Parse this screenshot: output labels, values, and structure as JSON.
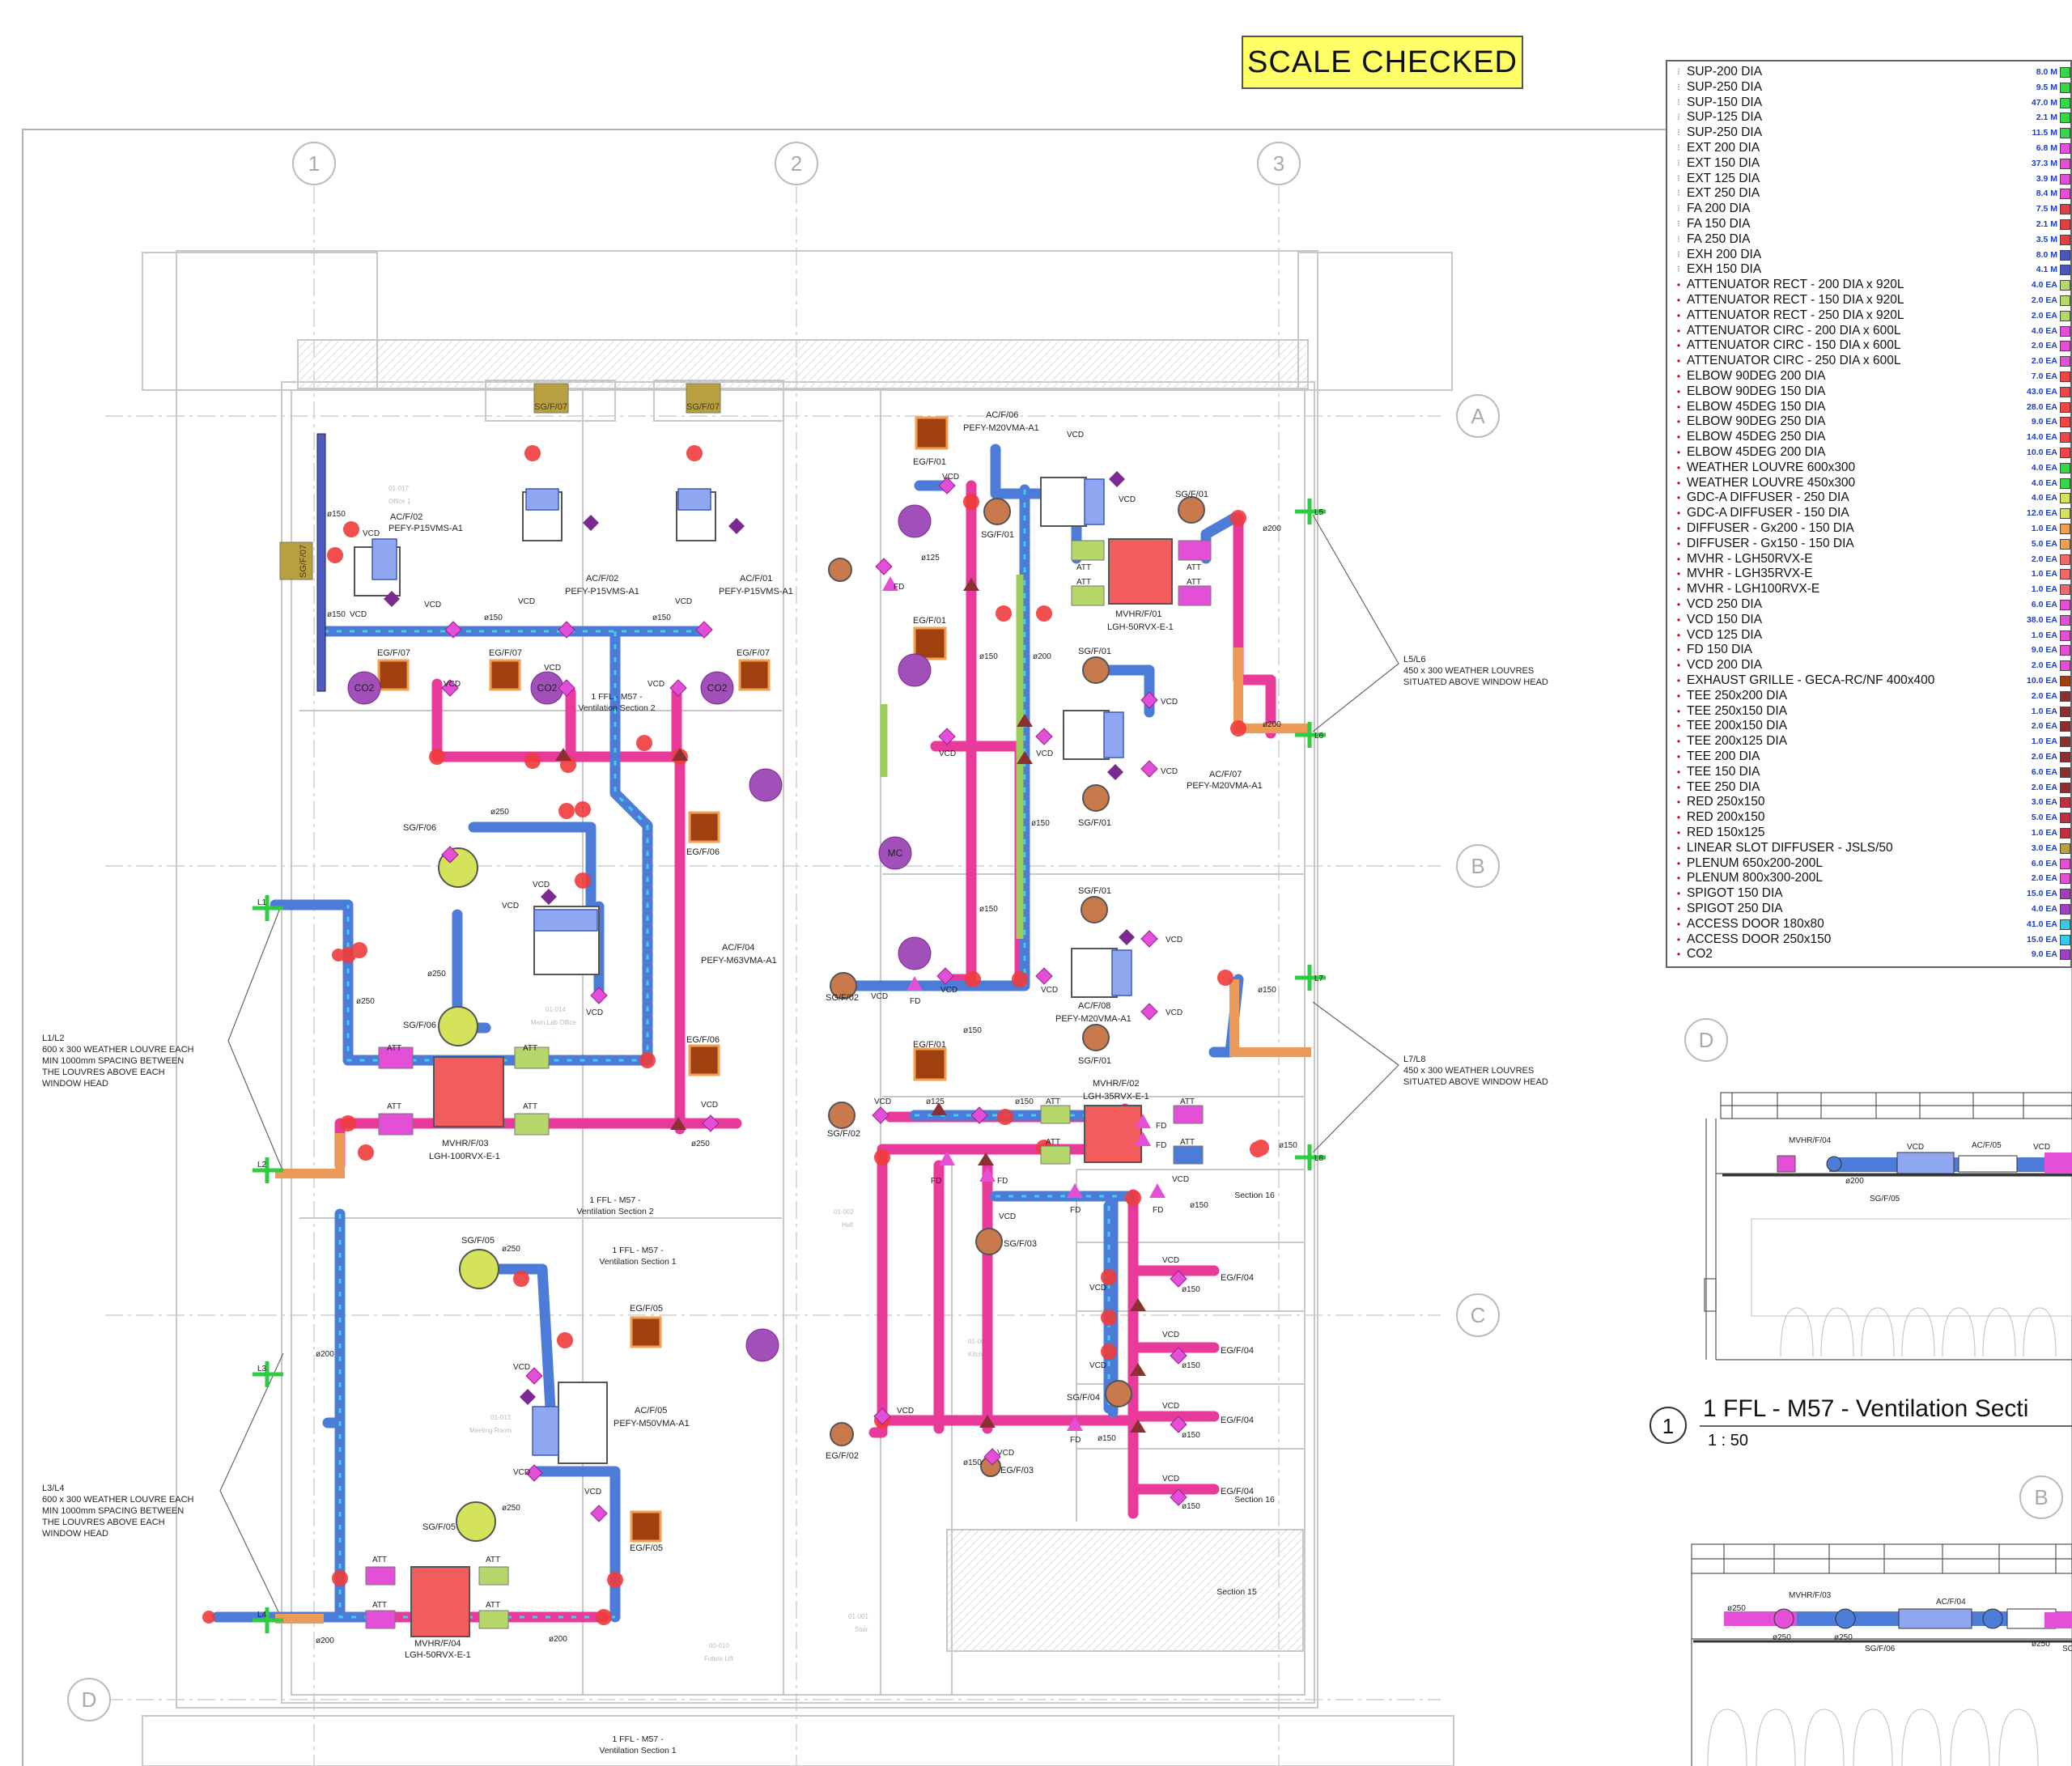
{
  "stamp": {
    "text": "SCALE CHECKED"
  },
  "grid": {
    "columns": [
      "1",
      "2",
      "3"
    ],
    "rows": [
      "A",
      "B",
      "C",
      "D"
    ],
    "section_grid": [
      "D",
      "B"
    ]
  },
  "louvres": {
    "l5l6": {
      "title": "L5/L6",
      "line1": "450 x 300 WEATHER LOUVRES",
      "line2": "SITUATED ABOVE WINDOW HEAD",
      "tag_a": "L5",
      "tag_b": "L6"
    },
    "l7l8": {
      "title": "L7/L8",
      "line1": "450 x 300 WEATHER LOUVRES",
      "line2": "SITUATED ABOVE WINDOW HEAD",
      "tag_a": "L7",
      "tag_b": "L8"
    },
    "l1l2": {
      "title": "L1/L2",
      "line1": "600 x 300 WEATHER LOUVRE EACH",
      "line2": "MIN 1000mm SPACING BETWEEN",
      "line3": "THE LOUVRES ABOVE EACH",
      "line4": "WINDOW HEAD",
      "tag_a": "L1",
      "tag_b": "L2"
    },
    "l3l4": {
      "title": "L3/L4",
      "line1": "600 x 300 WEATHER LOUVRE EACH",
      "line2": "MIN 1000mm SPACING BETWEEN",
      "line3": "THE LOUVRES ABOVE EACH",
      "line4": "WINDOW HEAD",
      "tag_a": "L3",
      "tag_b": "L4"
    }
  },
  "plan_labels": {
    "sg_f07_a": "SG/F/07",
    "sg_f07_b": "SG/F/07",
    "sg_f07_c": "SG/F/07",
    "acf02_a": "AC/F/02",
    "acf02_a_model": "PEFY-P15VMS-A1",
    "acf02_b": "AC/F/02",
    "acf02_b_model": "PEFY-P15VMS-A1",
    "acf01": "AC/F/01",
    "acf01_model": "PEFY-P15VMS-A1",
    "acf06": "AC/F/06",
    "acf06_model": "PEFY-M20VMA-A1",
    "acf07": "AC/F/07",
    "acf07_model": "PEFY-M20VMA-A1",
    "acf08": "AC/F/08",
    "acf08_model": "PEFY-M20VMA-A1",
    "acf04": "AC/F/04",
    "acf04_model": "PEFY-M63VMA-A1",
    "acf05": "AC/F/05",
    "acf05_model": "PEFY-M50VMA-A1",
    "mvhr01": "MVHR/F/01",
    "mvhr01_model": "LGH-50RVX-E-1",
    "mvhr02": "MVHR/F/02",
    "mvhr02_model": "LGH-35RVX-E-1",
    "mvhr03": "MVHR/F/03",
    "mvhr03_model": "LGH-100RVX-E-1",
    "mvhr04": "MVHR/F/04",
    "mvhr04_model": "LGH-50RVX-E-1",
    "sgf01a": "SG/F/01",
    "sgf01b": "SG/F/01",
    "sgf01c": "SG/F/01",
    "sgf01d": "SG/F/01",
    "sgf01e": "SG/F/01",
    "sgf01f": "SG/F/01",
    "sgf02a": "SG/F/02",
    "sgf02b": "SG/F/02",
    "sgf03": "SG/F/03",
    "sgf04": "SG/F/04",
    "sgf05a": "SG/F/05",
    "sgf05b": "SG/F/05",
    "sgf06a": "SG/F/06",
    "sgf06b": "SG/F/06",
    "egf01a": "EG/F/01",
    "egf01b": "EG/F/01",
    "egf01c": "EG/F/01",
    "egf02": "EG/F/02",
    "egf03": "EG/F/03",
    "egf04a": "EG/F/04",
    "egf04b": "EG/F/04",
    "egf04c": "EG/F/04",
    "egf04d": "EG/F/04",
    "egf05a": "EG/F/05",
    "egf05b": "EG/F/05",
    "egf06a": "EG/F/06",
    "egf06b": "EG/F/06",
    "egf07a": "EG/F/07",
    "egf07b": "EG/F/07",
    "egf07c": "EG/F/07",
    "sec2_a_l1": "1 FFL - M57 -",
    "sec2_a_l2": "Ventilation Section 2",
    "sec2_b_l1": "1 FFL - M57 -",
    "sec2_b_l2": "Ventilation Section 2",
    "sec1_a_l1": "1 FFL - M57 -",
    "sec1_a_l2": "Ventilation Section 1",
    "sec1_b_l1": "1 FFL - M57 -",
    "sec1_b_l2": "Ventilation Section 1",
    "section15": "Section 15",
    "section16a": "Section 16",
    "section16b": "Section 16",
    "vcd": "VCD",
    "att": "ATT",
    "fd": "FD",
    "co2": "CO2",
    "mc": "MC",
    "d150": "ø150",
    "d200": "ø200",
    "d250": "ø250",
    "d125": "ø125"
  },
  "section_view": {
    "number": "1",
    "title": "1 FFL - M57 - Ventilation Secti",
    "scale": "1 : 50",
    "labels_top": {
      "mvhr": "MVHR/F/04",
      "vcd_a": "VCD",
      "ac": "AC/F/05",
      "vcd_b": "VCD",
      "d200": "ø200",
      "sg": "SG/F/05"
    },
    "labels_bottom": {
      "mvhr": "MVHR/F/03",
      "ac": "AC/F/04",
      "d250_a": "ø250",
      "d250_b": "ø250",
      "d250_c": "ø250",
      "d250_d": "ø250",
      "sg": "SG/F/06",
      "sc": "SC"
    }
  },
  "legend": {
    "items": [
      {
        "label": "SUP-200 DIA",
        "qty": "8.0 M",
        "color": "#39d64a",
        "kind": "dia"
      },
      {
        "label": "SUP-250 DIA",
        "qty": "9.5 M",
        "color": "#39d64a",
        "kind": "dia"
      },
      {
        "label": "SUP-150 DIA",
        "qty": "47.0 M",
        "color": "#39d64a",
        "kind": "dia"
      },
      {
        "label": "SUP-125 DIA",
        "qty": "2.1 M",
        "color": "#39d64a",
        "kind": "dia"
      },
      {
        "label": "SUP-250 DIA",
        "qty": "11.5 M",
        "color": "#39d64a",
        "kind": "dia"
      },
      {
        "label": "EXT 200 DIA",
        "qty": "6.8 M",
        "color": "#e34fd6",
        "kind": "dia"
      },
      {
        "label": "EXT 150 DIA",
        "qty": "37.3 M",
        "color": "#e34fd6",
        "kind": "dia"
      },
      {
        "label": "EXT 125 DIA",
        "qty": "3.9 M",
        "color": "#e34fd6",
        "kind": "dia"
      },
      {
        "label": "EXT 250 DIA",
        "qty": "8.4 M",
        "color": "#e34fd6",
        "kind": "dia"
      },
      {
        "label": "FA 200 DIA",
        "qty": "7.5 M",
        "color": "#e04040",
        "kind": "dia"
      },
      {
        "label": "FA 150 DIA",
        "qty": "2.1 M",
        "color": "#e04040",
        "kind": "dia"
      },
      {
        "label": "FA 250 DIA",
        "qty": "3.5 M",
        "color": "#e04040",
        "kind": "dia"
      },
      {
        "label": "EXH 200 DIA",
        "qty": "8.0 M",
        "color": "#4a56b8",
        "kind": "dia"
      },
      {
        "label": "EXH 150 DIA",
        "qty": "4.1 M",
        "color": "#4a56b8",
        "kind": "dia"
      },
      {
        "label": "ATTENUATOR RECT - 200 DIA x 920L",
        "qty": "4.0 EA",
        "color": "#b6d86a",
        "kind": "dot"
      },
      {
        "label": "ATTENUATOR RECT - 150 DIA x 920L",
        "qty": "2.0 EA",
        "color": "#b6d86a",
        "kind": "dot"
      },
      {
        "label": "ATTENUATOR RECT - 250 DIA x 920L",
        "qty": "2.0 EA",
        "color": "#b6d86a",
        "kind": "dot"
      },
      {
        "label": "ATTENUATOR CIRC - 200 DIA x 600L",
        "qty": "4.0 EA",
        "color": "#e34fd6",
        "kind": "dot"
      },
      {
        "label": "ATTENUATOR CIRC - 150 DIA x 600L",
        "qty": "2.0 EA",
        "color": "#e34fd6",
        "kind": "dot"
      },
      {
        "label": "ATTENUATOR CIRC - 250 DIA x 600L",
        "qty": "2.0 EA",
        "color": "#e34fd6",
        "kind": "dot"
      },
      {
        "label": "ELBOW 90DEG 200 DIA",
        "qty": "7.0 EA",
        "color": "#f04545",
        "kind": "dot"
      },
      {
        "label": "ELBOW 90DEG 150 DIA",
        "qty": "43.0 EA",
        "color": "#f04545",
        "kind": "dot"
      },
      {
        "label": "ELBOW 45DEG 150 DIA",
        "qty": "28.0 EA",
        "color": "#f04545",
        "kind": "dot"
      },
      {
        "label": "ELBOW 90DEG 250 DIA",
        "qty": "9.0 EA",
        "color": "#f04545",
        "kind": "dot"
      },
      {
        "label": "ELBOW 45DEG 250 DIA",
        "qty": "14.0 EA",
        "color": "#f04545",
        "kind": "dot"
      },
      {
        "label": "ELBOW 45DEG 200 DIA",
        "qty": "10.0 EA",
        "color": "#f04545",
        "kind": "dot"
      },
      {
        "label": "WEATHER LOUVRE 600x300",
        "qty": "4.0 EA",
        "color": "#39d64a",
        "kind": "dot"
      },
      {
        "label": "WEATHER LOUVRE 450x300",
        "qty": "4.0 EA",
        "color": "#39d64a",
        "kind": "dot"
      },
      {
        "label": "GDC-A DIFFUSER - 250 DIA",
        "qty": "4.0 EA",
        "color": "#d6e35a",
        "kind": "dot"
      },
      {
        "label": "GDC-A DIFFUSER - 150 DIA",
        "qty": "12.0 EA",
        "color": "#d6e35a",
        "kind": "dot"
      },
      {
        "label": "DIFFUSER - Gx200 - 150 DIA",
        "qty": "1.0 EA",
        "color": "#f0a050",
        "kind": "dot"
      },
      {
        "label": "DIFFUSER - Gx150 - 150 DIA",
        "qty": "5.0 EA",
        "color": "#f0a050",
        "kind": "dot"
      },
      {
        "label": "MVHR - LGH50RVX-E",
        "qty": "2.0 EA",
        "color": "#f06a6a",
        "kind": "dot"
      },
      {
        "label": "MVHR - LGH35RVX-E",
        "qty": "1.0 EA",
        "color": "#f06a6a",
        "kind": "dot"
      },
      {
        "label": "MVHR - LGH100RVX-E",
        "qty": "1.0 EA",
        "color": "#f06a6a",
        "kind": "dot"
      },
      {
        "label": "VCD 250 DIA",
        "qty": "6.0 EA",
        "color": "#e34fd6",
        "kind": "dot"
      },
      {
        "label": "VCD 150 DIA",
        "qty": "38.0 EA",
        "color": "#e34fd6",
        "kind": "dot"
      },
      {
        "label": "VCD 125 DIA",
        "qty": "1.0 EA",
        "color": "#e34fd6",
        "kind": "dot"
      },
      {
        "label": "FD 150 DIA",
        "qty": "9.0 EA",
        "color": "#e34fd6",
        "kind": "dot"
      },
      {
        "label": "VCD 200 DIA",
        "qty": "2.0 EA",
        "color": "#e34fd6",
        "kind": "dot"
      },
      {
        "label": "EXHAUST GRILLE - GECA-RC/NF 400x400",
        "qty": "10.0 EA",
        "color": "#a0400f",
        "kind": "dot"
      },
      {
        "label": "TEE 250x200 DIA",
        "qty": "2.0 EA",
        "color": "#8a3030",
        "kind": "dot"
      },
      {
        "label": "TEE 250x150 DIA",
        "qty": "1.0 EA",
        "color": "#8a3030",
        "kind": "dot"
      },
      {
        "label": "TEE 200x150 DIA",
        "qty": "2.0 EA",
        "color": "#8a3030",
        "kind": "dot"
      },
      {
        "label": "TEE 200x125 DIA",
        "qty": "1.0 EA",
        "color": "#8a3030",
        "kind": "dot"
      },
      {
        "label": "TEE 200 DIA",
        "qty": "2.0 EA",
        "color": "#8a3030",
        "kind": "dot"
      },
      {
        "label": "TEE 150 DIA",
        "qty": "6.0 EA",
        "color": "#8a3030",
        "kind": "dot"
      },
      {
        "label": "TEE 250 DIA",
        "qty": "2.0 EA",
        "color": "#8a3030",
        "kind": "dot"
      },
      {
        "label": "RED 250x150",
        "qty": "3.0 EA",
        "color": "#c03040",
        "kind": "dot"
      },
      {
        "label": "RED 200x150",
        "qty": "5.0 EA",
        "color": "#c03040",
        "kind": "dot"
      },
      {
        "label": "RED 150x125",
        "qty": "1.0 EA",
        "color": "#c03040",
        "kind": "dot"
      },
      {
        "label": "LINEAR SLOT DIFFUSER - JSLS/50",
        "qty": "3.0 EA",
        "color": "#b8a040",
        "kind": "dot"
      },
      {
        "label": "PLENUM 650x200-200L",
        "qty": "6.0 EA",
        "color": "#e34fd6",
        "kind": "dot"
      },
      {
        "label": "PLENUM 800x300-200L",
        "qty": "2.0 EA",
        "color": "#e34fd6",
        "kind": "dot"
      },
      {
        "label": "SPIGOT 150 DIA",
        "qty": "15.0 EA",
        "color": "#a040c0",
        "kind": "dot"
      },
      {
        "label": "SPIGOT 250 DIA",
        "qty": "4.0 EA",
        "color": "#a040c0",
        "kind": "dot"
      },
      {
        "label": "ACCESS DOOR 180x80",
        "qty": "41.0 EA",
        "color": "#39c8e6",
        "kind": "dot"
      },
      {
        "label": "ACCESS DOOR 250x150",
        "qty": "15.0 EA",
        "color": "#39c8e6",
        "kind": "dot"
      },
      {
        "label": "CO2",
        "qty": "9.0 EA",
        "color": "#a040c0",
        "kind": "dot"
      }
    ]
  }
}
